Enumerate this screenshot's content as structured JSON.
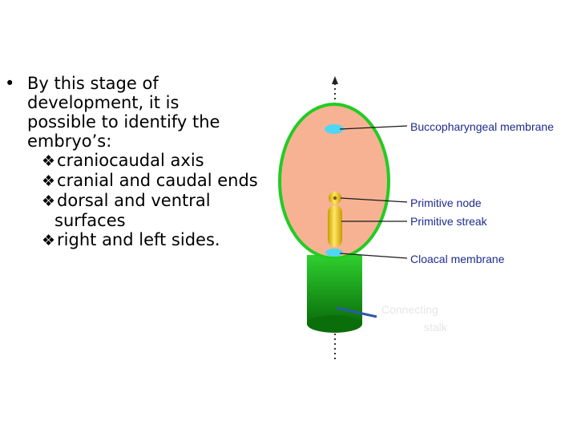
{
  "bullet": {
    "marker": "•",
    "sub_marker": "❖",
    "lines": [
      "By this stage of",
      "development, it is",
      "possible to identify the",
      "embryo’s:"
    ],
    "items": [
      {
        "text": "craniocaudal axis"
      },
      {
        "text": "cranial and caudal ends"
      },
      {
        "text": "dorsal and ventral",
        "cont": "surfaces"
      },
      {
        "text": "right and left sides."
      }
    ]
  },
  "diagram": {
    "labels": {
      "buccopharyngeal": "Buccopharyngeal membrane",
      "node": "Primitive node",
      "streak": "Primitive streak",
      "cloacal": "Cloacal membrane",
      "connecting_1": "Connecting",
      "connecting_2": "stalk"
    },
    "colors": {
      "disc_fill": "#f7b294",
      "disc_border": "#22cc22",
      "stalk_light": "#2fd02f",
      "stalk_dark": "#0a6e0a",
      "membrane": "#4fd6f2",
      "streak": "#f5cf1a",
      "label_text": "#1f2b8c",
      "pointer_line": "#1a1a1a",
      "stalk_pointer": "#2a5aa8",
      "stalk_label": "#e6e6e6"
    }
  }
}
